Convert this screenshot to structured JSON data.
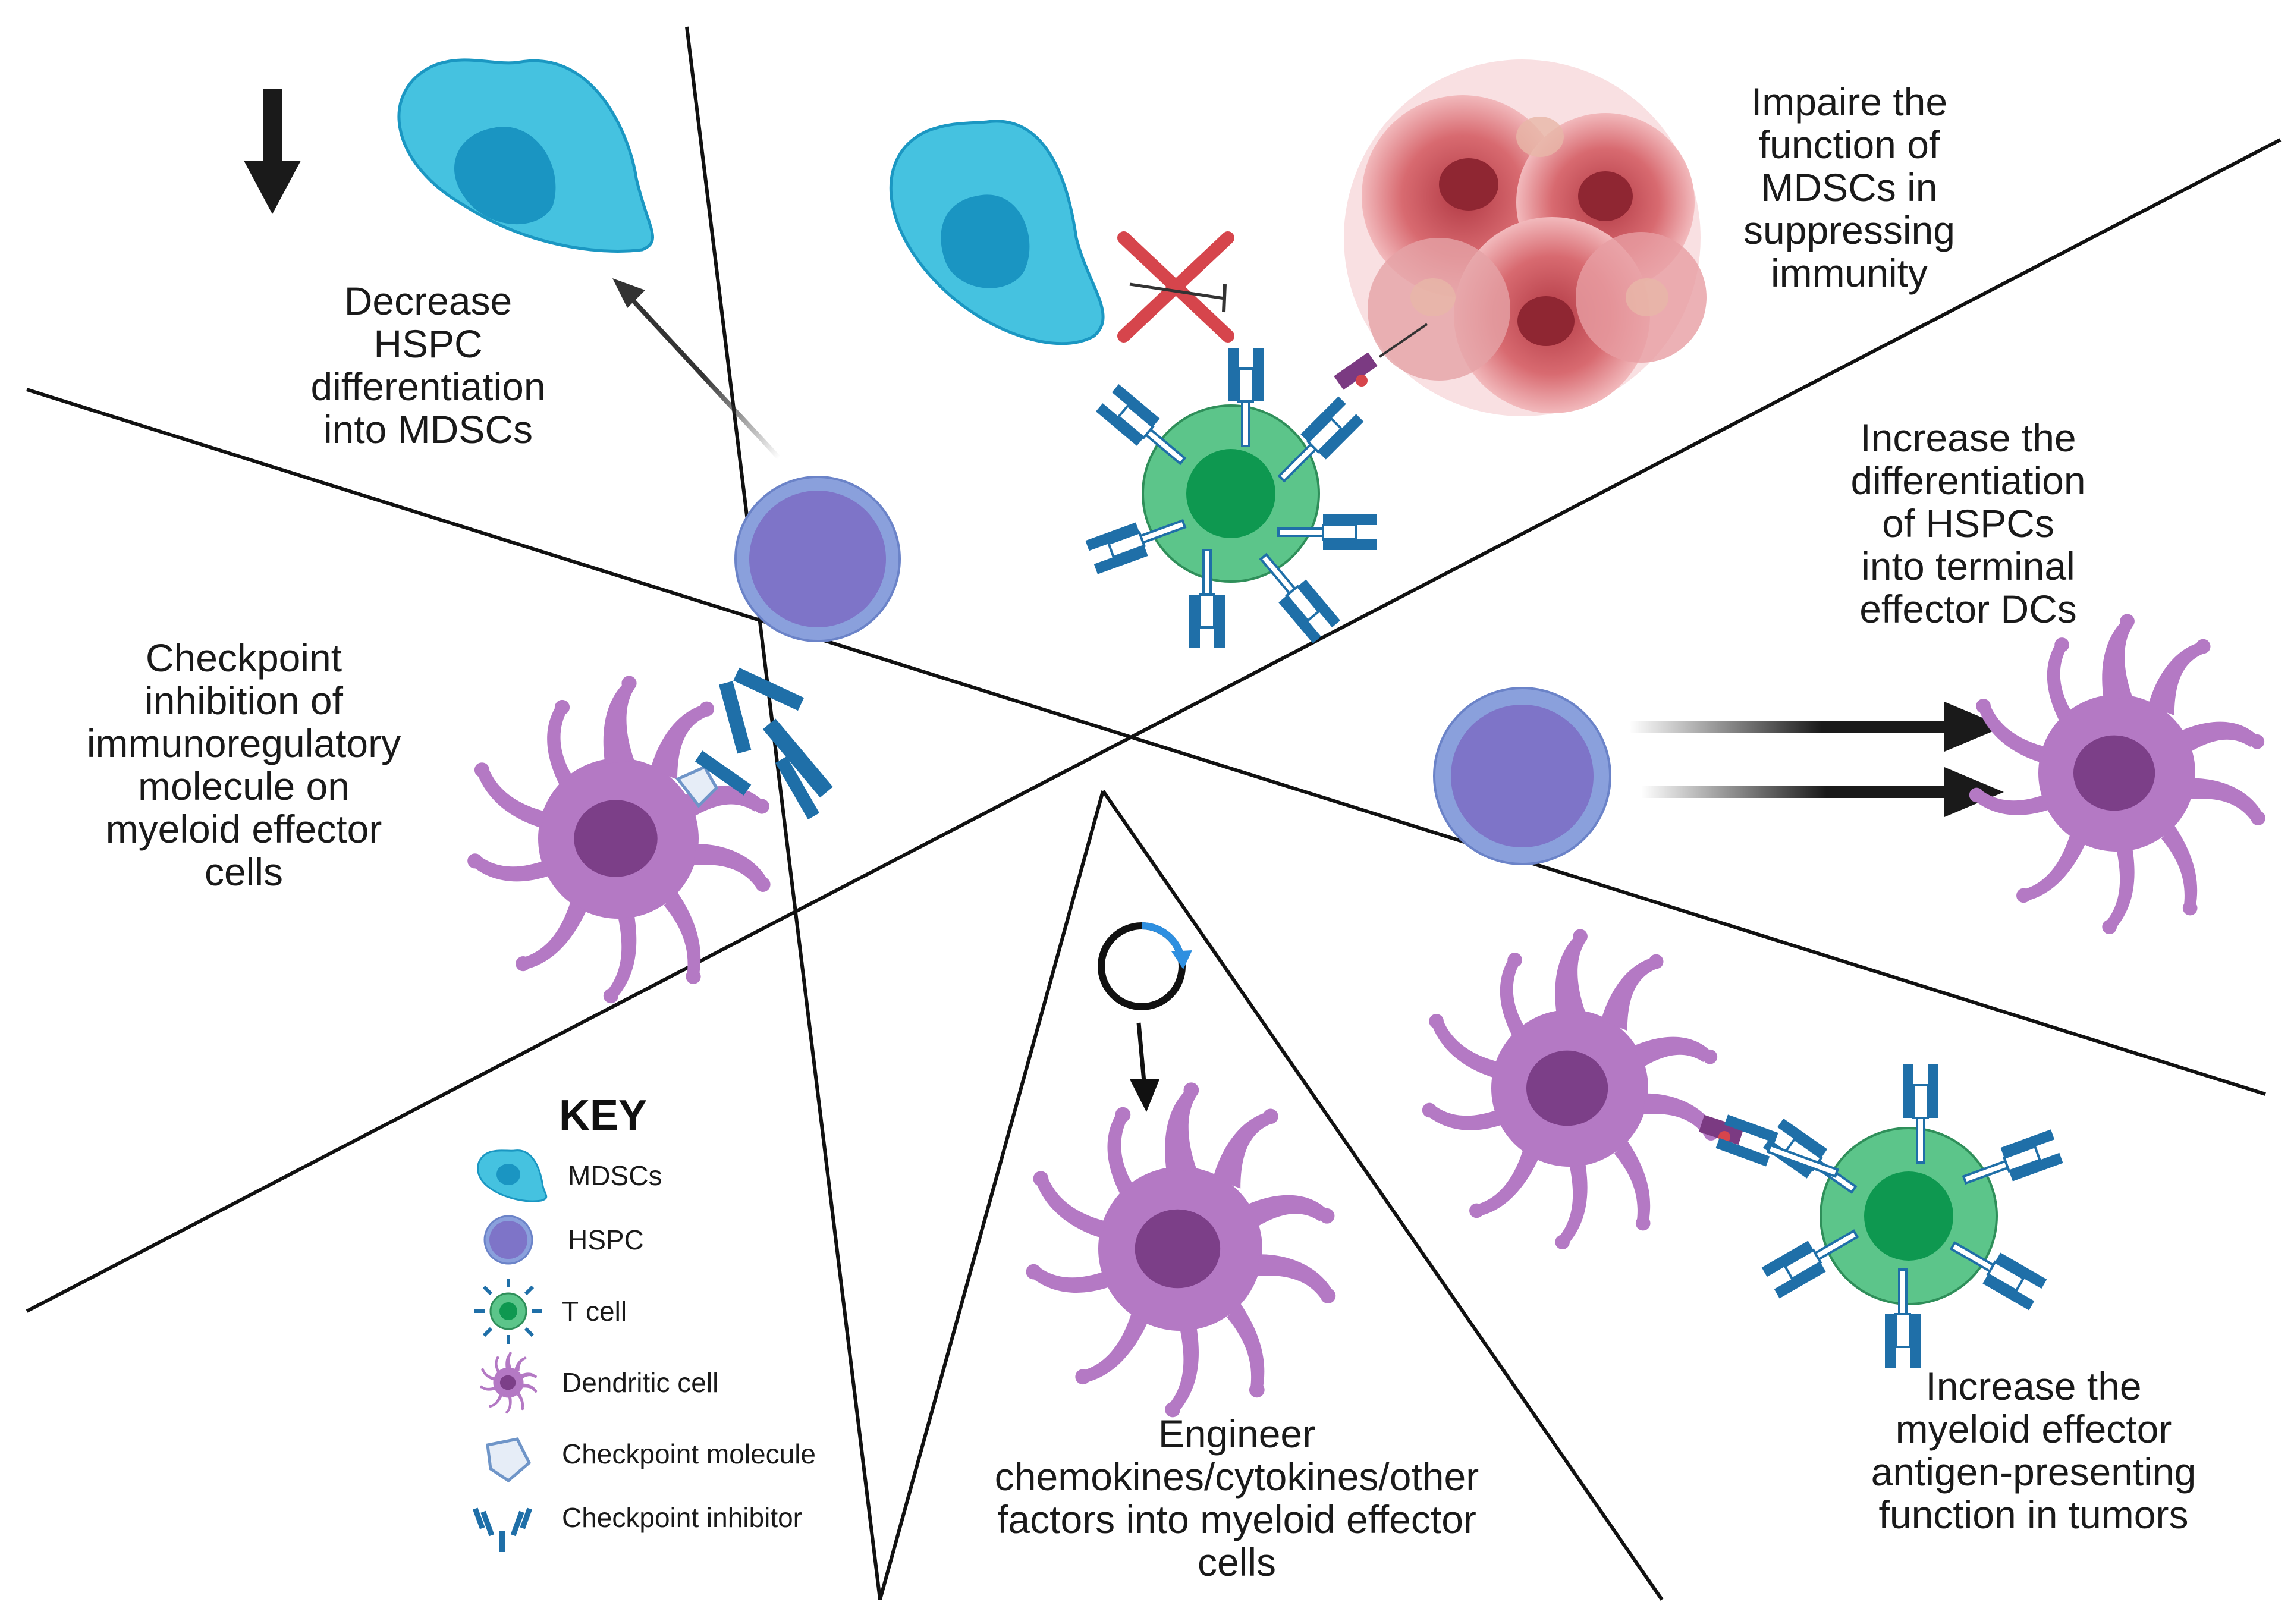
{
  "colors": {
    "mdsc_outer": "#45C2E0",
    "mdsc_inner": "#1A95C2",
    "hspc_outer": "#8AA0DC",
    "hspc_inner": "#7E74C8",
    "tcell_outer": "#5CC58A",
    "tcell_inner": "#0E9850",
    "dc_outer": "#B479C4",
    "dc_inner": "#7C3F88",
    "antibody": "#1F6FA8",
    "tumor": "#C7545C",
    "inhibit_x": "#D6454C",
    "arrow_dark": "#1a1a1a",
    "cycle_arrow": "#2E8FE0"
  },
  "sections": {
    "decrease_hspc": [
      "Decrease",
      "HSPC",
      "differentiation",
      "into MDSCs"
    ],
    "impair_mdsc": [
      "Impaire the",
      "function of",
      "MDSCs in",
      "suppressing",
      "immunity"
    ],
    "increase_dc": [
      "Increase the",
      "differentiation",
      "of HSPCs",
      "into terminal",
      "effector DCs"
    ],
    "checkpoint": [
      "Checkpoint",
      "inhibition of",
      "immunoregulatory",
      "molecule on",
      "myeloid effector",
      "cells"
    ],
    "engineer": [
      "Engineer",
      "chemokines/cytokines/other",
      "factors into myeloid effector",
      "cells"
    ],
    "antigen": [
      "Increase the",
      "myeloid effector",
      "antigen-presenting",
      "function in tumors"
    ]
  },
  "key": {
    "title": "KEY",
    "items": [
      {
        "label": "MDSCs",
        "icon": "mdsc-icon"
      },
      {
        "label": "HSPC",
        "icon": "hspc-icon"
      },
      {
        "label": "T cell",
        "icon": "tcell-icon"
      },
      {
        "label": "Dendritic cell",
        "icon": "dendritic-cell-icon"
      },
      {
        "label": "Checkpoint molecule",
        "icon": "checkpoint-molecule-icon"
      },
      {
        "label": "Checkpoint inhibitor",
        "icon": "checkpoint-inhibitor-icon"
      }
    ]
  }
}
